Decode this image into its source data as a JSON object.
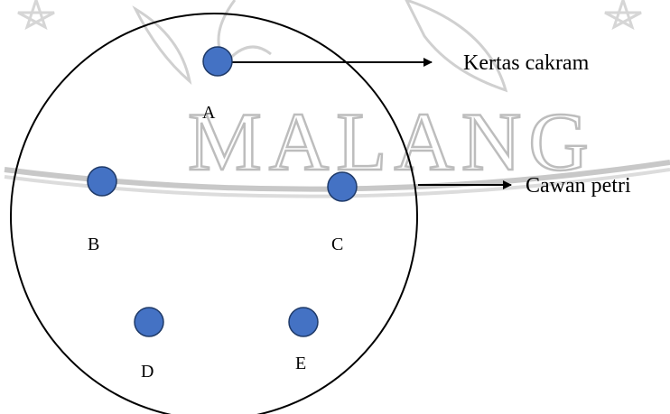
{
  "colors": {
    "disc_fill": "#4472C4",
    "disc_stroke": "#1f3a68",
    "line": "#000000",
    "watermark": "#bdbdbd"
  },
  "watermark": {
    "text": "MALANG"
  },
  "discs": [
    {
      "id": "A",
      "label": "A"
    },
    {
      "id": "B",
      "label": "B"
    },
    {
      "id": "C",
      "label": "C"
    },
    {
      "id": "D",
      "label": "D"
    },
    {
      "id": "E",
      "label": "E"
    }
  ],
  "callouts": {
    "disc": "Kertas cakram",
    "dish": "Cawan petri"
  }
}
